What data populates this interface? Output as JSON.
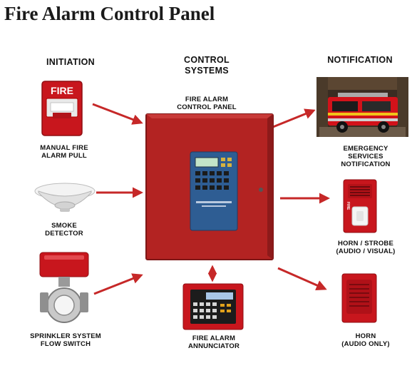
{
  "title": "Fire Alarm Control Panel",
  "headers": {
    "initiation": "INITIATION",
    "control_line1": "CONTROL",
    "control_line2": "SYSTEMS",
    "notification": "NOTIFICATION"
  },
  "labels": {
    "panel_line1": "FIRE ALARM",
    "panel_line2": "CONTROL PANEL",
    "pull_line1": "MANUAL FIRE",
    "pull_line2": "ALARM PULL",
    "smoke_line1": "SMOKE",
    "smoke_line2": "DETECTOR",
    "sprinkler_line1": "SPRINKLER SYSTEM",
    "sprinkler_line2": "FLOW SWITCH",
    "annunciator_line1": "FIRE ALARM",
    "annunciator_line2": "ANNUNCIATOR",
    "emergency_line1": "EMERGENCY",
    "emergency_line2": "SERVICES",
    "emergency_line3": "NOTIFICATION",
    "strobe_line1": "HORN / STROBE",
    "strobe_line2": "(AUDIO / VISUAL)",
    "horn_line1": "HORN",
    "horn_line2": "(AUDIO ONLY)"
  },
  "device_text": {
    "pull_station": "FIRE",
    "strobe": "FIRE"
  },
  "icons": {
    "pull": "fire-alarm-pull-icon",
    "smoke": "smoke-detector-icon",
    "sprinkler": "flow-switch-icon",
    "panel": "control-panel-icon",
    "annunciator": "annunciator-icon",
    "truck": "fire-truck-icon",
    "strobe": "horn-strobe-icon",
    "horn": "horn-icon"
  },
  "colors": {
    "arrow": "#c62828",
    "device_red": "#c8161d",
    "panel_red": "#b32322",
    "panel_screen": "#2e5d93"
  }
}
